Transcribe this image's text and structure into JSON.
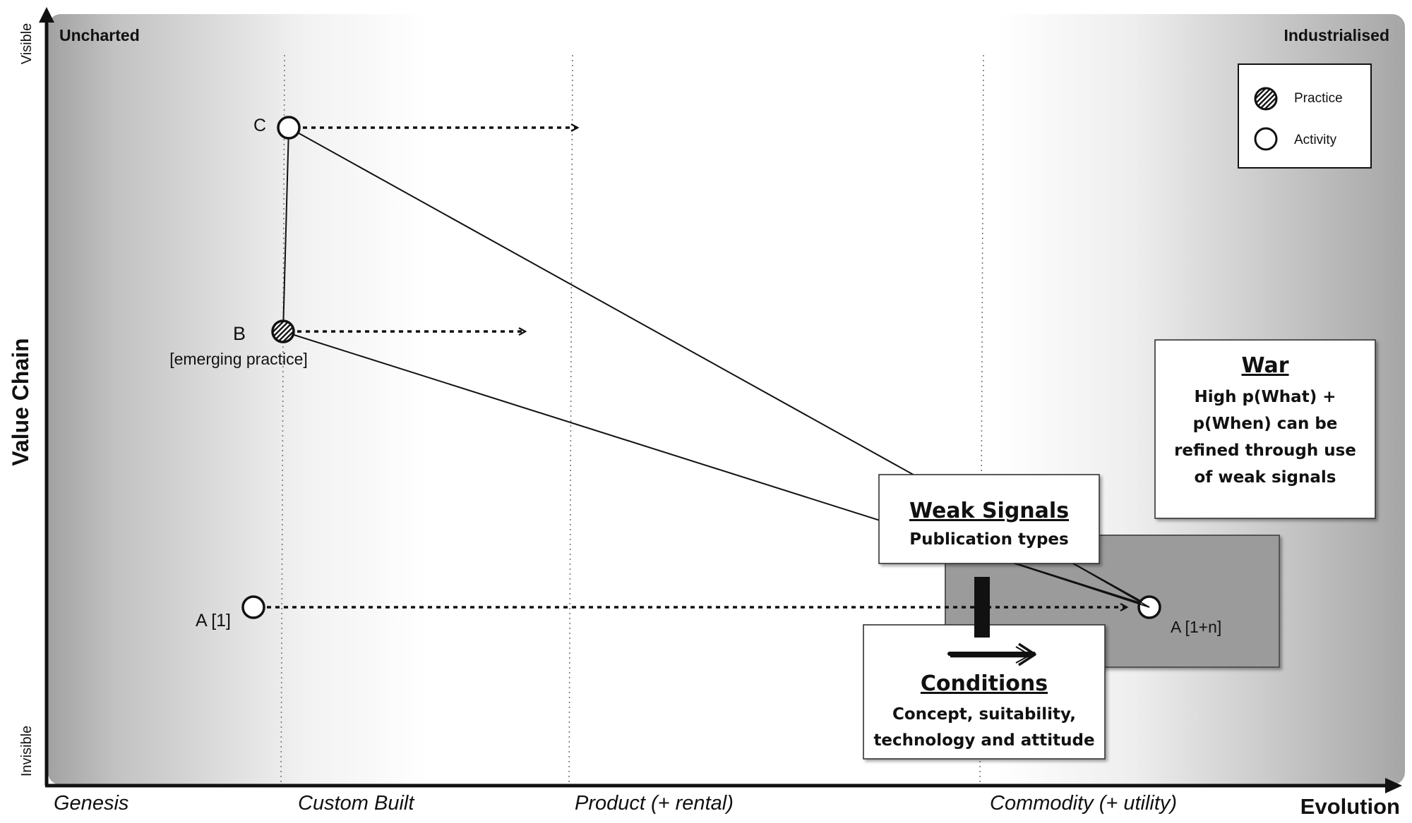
{
  "axes": {
    "y_title": "Value Chain",
    "y_top": "Visible",
    "y_bottom": "Invisible",
    "x_title": "Evolution",
    "region_left": "Uncharted",
    "region_right": "Industrialised"
  },
  "stages": [
    "Genesis",
    "Custom Built",
    "Product (+ rental)",
    "Commodity (+ utility)"
  ],
  "legend": {
    "practice": "Practice",
    "activity": "Activity"
  },
  "nodes": {
    "c": "C",
    "b": "B",
    "b_note": "[emerging practice]",
    "a1": "A [1]",
    "a1n": "A [1+n]"
  },
  "boxes": {
    "war": {
      "title": "War",
      "lines": [
        "High p(What) +",
        "p(When) can be",
        "refined through use",
        "of weak signals"
      ]
    },
    "weak_signals": {
      "title": "Weak Signals",
      "subtitle": "Publication types"
    },
    "conditions": {
      "title": "Conditions",
      "lines": [
        "Concept, suitability,",
        "technology and attitude"
      ]
    }
  },
  "colors": {
    "axis": "#111111",
    "dark_grey": "#9a9a9a",
    "inertia_box": "#9b9b9b",
    "box_fill": "#ffffff"
  }
}
